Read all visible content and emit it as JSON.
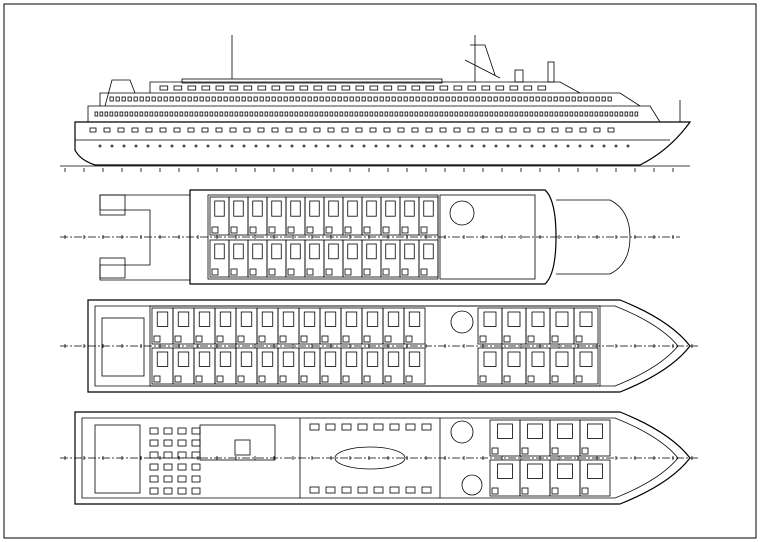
{
  "drawing": {
    "views": [
      "profile",
      "upper-deck",
      "main-deck",
      "lower-deck"
    ],
    "line_color": "#000000",
    "background": "#ffffff"
  }
}
